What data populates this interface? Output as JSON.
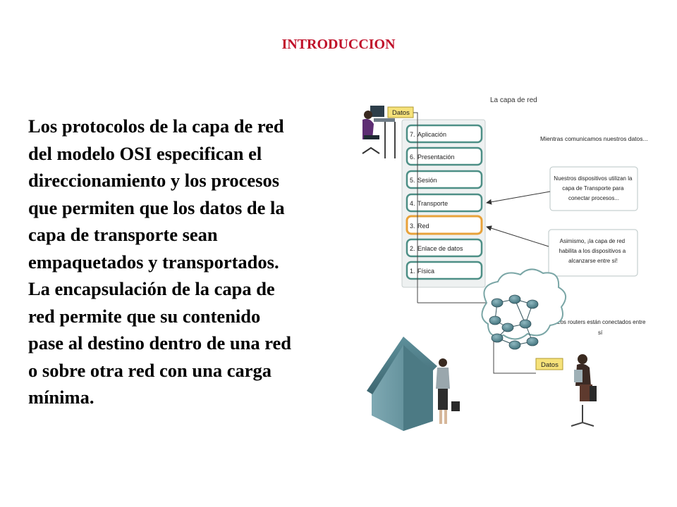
{
  "slide": {
    "title": "INTRODUCCION",
    "body_lines": [
      "Los protocolos de la capa de red",
      "del modelo OSI especifican el",
      "direccionamiento y los procesos",
      "que permiten que los datos de la",
      "capa de transporte sean",
      "empaquetados y transportados.",
      "La encapsulación de la capa de",
      "red permite que su contenido",
      "pase al destino dentro de una red",
      "o sobre otra red con una carga",
      "mínima."
    ]
  },
  "figure": {
    "title": "La capa de red",
    "data_label_top": "Datos",
    "data_label_bottom": "Datos",
    "layers": [
      {
        "num": "7.",
        "name": "Aplicación"
      },
      {
        "num": "6.",
        "name": "Presentación"
      },
      {
        "num": "5.",
        "name": "Sesión"
      },
      {
        "num": "4.",
        "name": "Transporte"
      },
      {
        "num": "3.",
        "name": "Red"
      },
      {
        "num": "2.",
        "name": "Enlace de datos"
      },
      {
        "num": "1.",
        "name": "Física"
      }
    ],
    "highlight_color": "#e8a23a",
    "note_1": "Mientras comunicamos nuestros datos...",
    "note_2_lines": [
      "Nuestros dispositivos utilizan la",
      "capa de Transporte para",
      "conectar procesos..."
    ],
    "note_3_lines": [
      "Asimismo, ¡la capa de red",
      "habilita a los dispositivos a",
      "alcanzarse entre sí!"
    ],
    "note_4_lines": [
      "Los routers están conectados entre",
      "sí"
    ]
  }
}
